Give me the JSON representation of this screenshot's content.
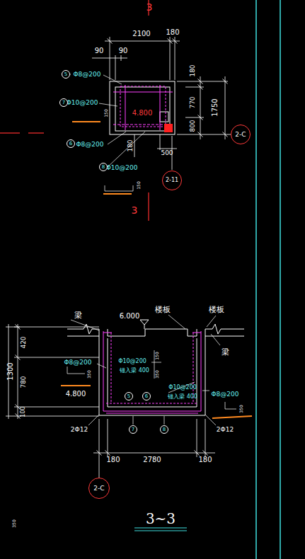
{
  "diagram": {
    "title": "3~3",
    "nodes": [
      {
        "text": [
          "5"
        ]
      },
      {
        "text": [
          "7"
        ]
      },
      {
        "text": [
          "2-C"
        ]
      },
      {
        "text": [
          "6"
        ]
      },
      {
        "text": [
          "8"
        ]
      },
      {
        "text": [
          "2-11"
        ]
      },
      {
        "text": [
          "5"
        ]
      },
      {
        "text": [
          "6"
        ]
      },
      {
        "text": [
          "7"
        ]
      },
      {
        "text": [
          "8"
        ]
      },
      {
        "text": [
          "2-C"
        ]
      }
    ],
    "labels": [
      "3",
      "2100",
      "90",
      "90",
      "180",
      "180",
      "770",
      "800",
      "1750",
      "Φ8@200",
      "Φ10@200",
      "150",
      "4.800",
      "180",
      "Φ8@200",
      "500",
      "Φ10@200",
      "150",
      "3",
      "梁",
      "6.000",
      "楼板",
      "楼板",
      "梁",
      "420",
      "1300",
      "780",
      "100",
      "Φ8@200",
      "350",
      "4.800",
      "Φ10@200",
      "锚入梁 400",
      "350",
      "150",
      "Φ10@200",
      "锚入梁 400",
      "Φ8@200",
      "350",
      "2Φ12",
      "2Φ12",
      "180",
      "2780",
      "180",
      "350"
    ]
  }
}
